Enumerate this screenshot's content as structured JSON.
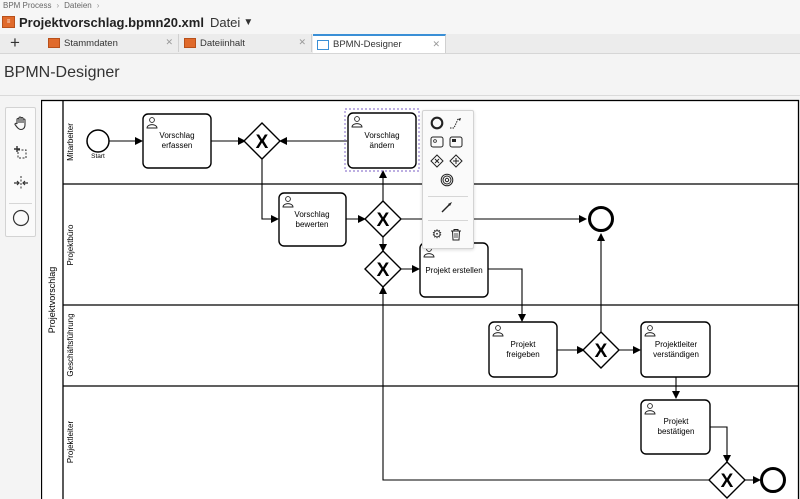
{
  "breadcrumb": {
    "root": "BPM Process",
    "current": "Dateien"
  },
  "file": {
    "icon": "bpmn-file-icon",
    "title": "Projektvorschlag.bpmn20.xml",
    "menu_label": "Datei"
  },
  "tabs": [
    {
      "label": "Stammdaten",
      "icon": "bpmn-file-icon",
      "active": false
    },
    {
      "label": "Dateiinhalt",
      "icon": "bpmn-file-icon",
      "active": false
    },
    {
      "label": "BPMN-Designer",
      "icon": "bpmn-designer-icon",
      "active": true
    }
  ],
  "page": {
    "title": "BPMN-Designer"
  },
  "palette": {
    "tools": [
      "hand-tool-icon",
      "lasso-tool-icon",
      "space-tool-icon",
      "start-event-icon"
    ]
  },
  "diagram": {
    "pool_label": "Projektvorschlag",
    "lanes": [
      "Mitarbeiter",
      "Projektbüro",
      "Geschäftsführung",
      "Projektleiter"
    ],
    "start_label": "Start",
    "tasks": [
      "Vorschlag\nerfassen",
      "Vorschlag\nändern",
      "Vorschlag\nbewerten",
      "Projekt erstellen",
      "Projekt\nfreigeben",
      "Projektleiter\nverständigen",
      "Projekt\nbestätigen"
    ],
    "gateway_marker": "X"
  },
  "context_pad": {
    "tools": [
      "end-event-icon",
      "connect-icon",
      "user-task-icon",
      "service-task-icon",
      "exclusive-gateway-icon",
      "parallel-gateway-icon",
      "intermediate-event-icon",
      "wrench-icon",
      "settings-icon",
      "trash-icon"
    ]
  },
  "colors": {
    "accent": "#3a8fd6",
    "file_icon": "#e06a2b",
    "selection": "#7b5fc4"
  }
}
